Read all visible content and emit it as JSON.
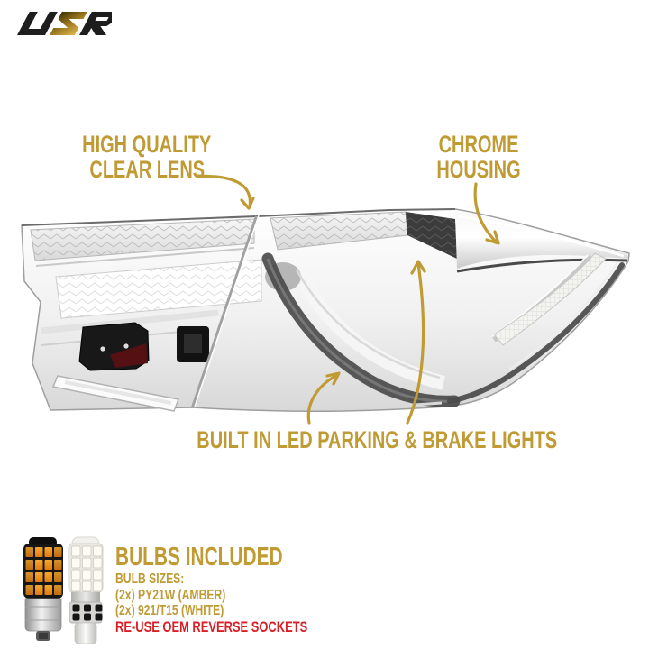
{
  "logo": {
    "text": "USR"
  },
  "palette": {
    "gold": "#C09A33",
    "red": "#DB1F26",
    "background": "#FFFFFF",
    "logo_black": "#1D1D1D",
    "logo_gold_dark": "#6B520F",
    "logo_gold_light": "#D9B04A",
    "chrome_light": "#F4F4F4",
    "chrome_dark": "#4A4A4A",
    "amber_led": "#F09A26"
  },
  "callouts": {
    "clear_lens": {
      "line1": "HIGH QUALITY",
      "line2": "CLEAR LENS"
    },
    "chrome_housing": {
      "line1": "CHROME",
      "line2": "HOUSING"
    },
    "led_lights": {
      "label": "BUILT IN LED PARKING & BRAKE LIGHTS"
    }
  },
  "bulbs": {
    "title": "BULBS INCLUDED",
    "subtitle": "BULB SIZES:",
    "size_lines": [
      "(2x) PY21W (AMBER)",
      "(2x) 921/T15 (WHITE)"
    ],
    "warning": "RE-USE OEM REVERSE SOCKETS"
  },
  "graphics": {
    "tail_light": "chrome-housing-clear-lens-tail-light",
    "amber_bulb": "amber-led-bulb",
    "white_bulb": "white-led-bulb",
    "arrows": "gold-callout-arrows"
  }
}
